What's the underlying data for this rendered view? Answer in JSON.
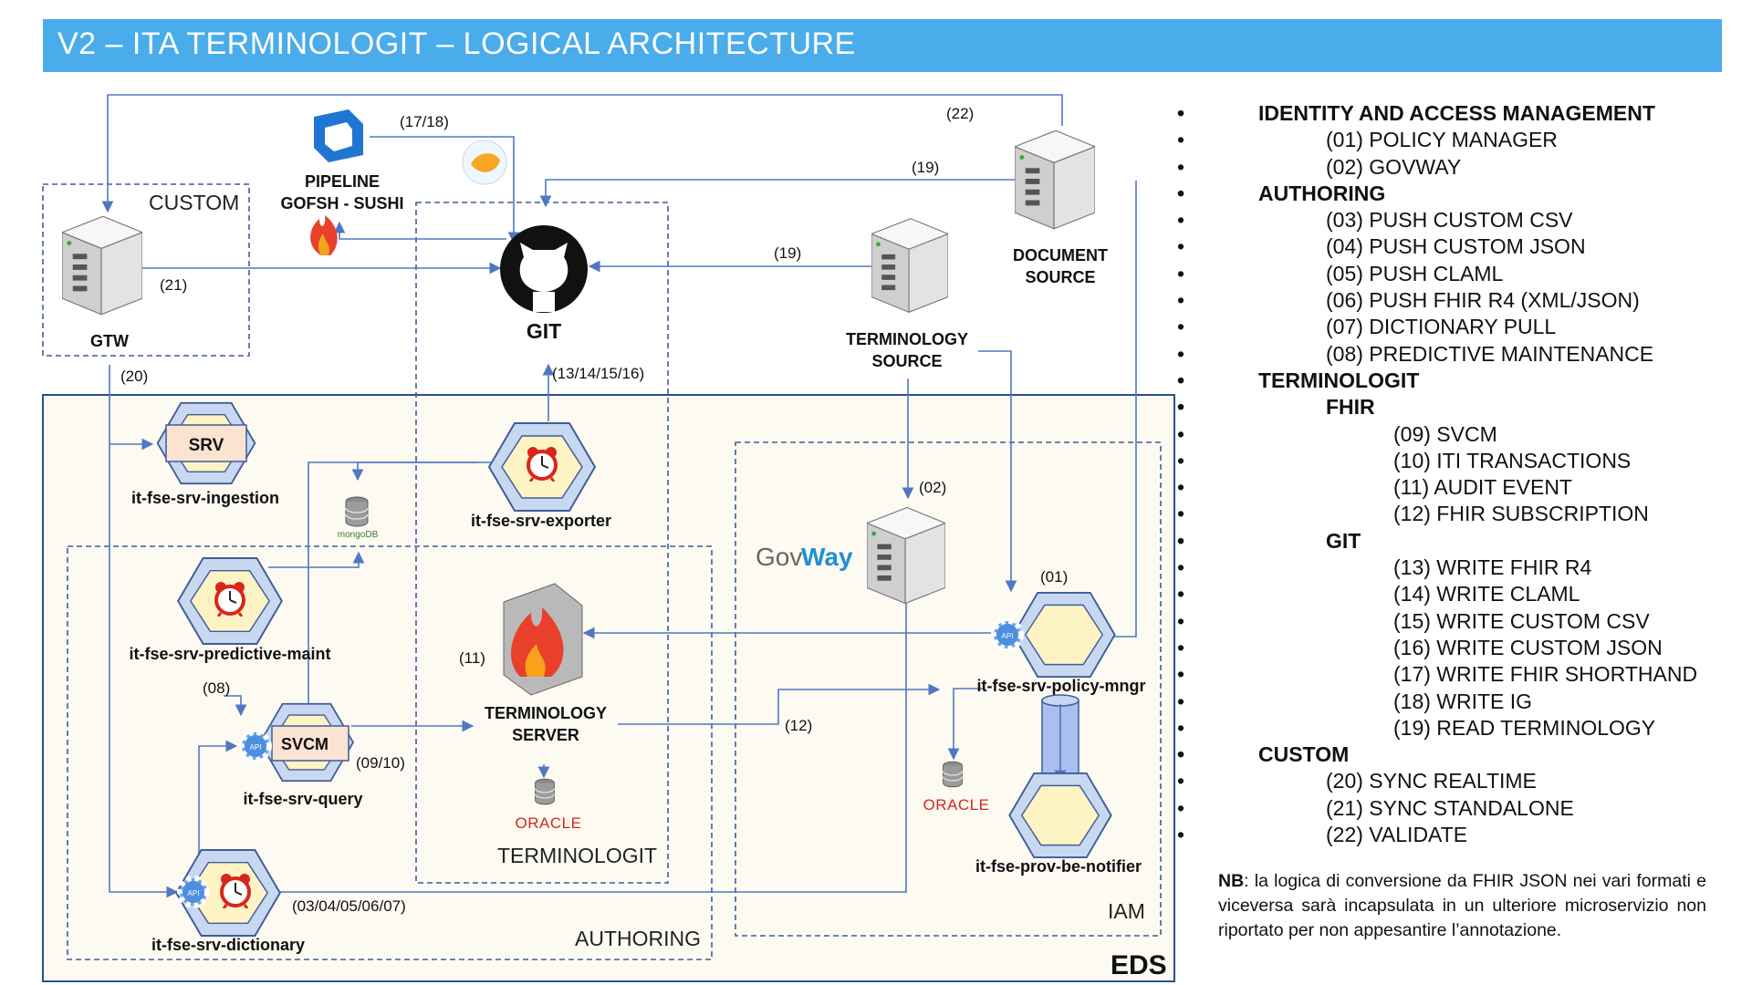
{
  "title": "V2 – ITA TERMINOLOGIT – LOGICAL ARCHITECTURE",
  "zones": {
    "custom": "CUSTOM",
    "terminologit": "TERMINOLOGIT",
    "authoring": "AUTHORING",
    "iam": "IAM",
    "eds": "EDS"
  },
  "components": {
    "pipeline_line1": "PIPELINE",
    "pipeline_line2": "GOFSH - SUSHI",
    "gtw": "GTW",
    "git": "GIT",
    "terminology_source_line1": "TERMINOLOGY",
    "terminology_source_line2": "SOURCE",
    "document_source_line1": "DOCUMENT",
    "document_source_line2": "SOURCE",
    "srv_box": "SRV",
    "ingestion": "it-fse-srv-ingestion",
    "exporter": "it-fse-srv-exporter",
    "predictive": "it-fse-srv-predictive-maint",
    "svcm_box": "SVCM",
    "query": "it-fse-srv-query",
    "dictionary": "it-fse-srv-dictionary",
    "terminology_server_line1": "TERMINOLOGY",
    "terminology_server_line2": "SERVER",
    "policy": "it-fse-srv-policy-mngr",
    "notifier": "it-fse-prov-be-notifier",
    "govway_gov": "Gov",
    "govway_way": "Way",
    "oracle": "ORACLE",
    "mongodb": "mongoDB",
    "api": "API"
  },
  "flow_labels": {
    "f17_18": "(17/18)",
    "f22": "(22)",
    "f19a": "(19)",
    "f19b": "(19)",
    "f21": "(21)",
    "f20": "(20)",
    "f13_16": "(13/14/15/16)",
    "f02": "(02)",
    "f01": "(01)",
    "f11": "(11)",
    "f08": "(08)",
    "f12": "(12)",
    "f09_10": "(09/10)",
    "f03_07": "(03/04/05/06/07)"
  },
  "legend": [
    {
      "level": 0,
      "text": "IDENTITY AND ACCESS MANAGEMENT"
    },
    {
      "level": 1,
      "text": "(01) POLICY MANAGER"
    },
    {
      "level": 1,
      "text": "(02) GOVWAY"
    },
    {
      "level": 0,
      "text": "AUTHORING"
    },
    {
      "level": 1,
      "text": "(03) PUSH CUSTOM CSV"
    },
    {
      "level": 1,
      "text": "(04) PUSH CUSTOM JSON"
    },
    {
      "level": 1,
      "text": "(05) PUSH CLAML"
    },
    {
      "level": 1,
      "text": "(06) PUSH FHIR R4 (XML/JSON)"
    },
    {
      "level": 1,
      "text": "(07) DICTIONARY PULL"
    },
    {
      "level": 1,
      "text": "(08) PREDICTIVE MAINTENANCE"
    },
    {
      "level": 0,
      "text": "TERMINOLOGIT"
    },
    {
      "level": 1,
      "text": "FHIR",
      "bold": true
    },
    {
      "level": 2,
      "text": "(09) SVCM"
    },
    {
      "level": 2,
      "text": "(10) ITI TRANSACTIONS"
    },
    {
      "level": 2,
      "text": "(11) AUDIT EVENT"
    },
    {
      "level": 2,
      "text": "(12) FHIR SUBSCRIPTION"
    },
    {
      "level": 1,
      "text": "GIT",
      "bold": true
    },
    {
      "level": 2,
      "text": "(13) WRITE FHIR R4"
    },
    {
      "level": 2,
      "text": "(14) WRITE CLAML"
    },
    {
      "level": 2,
      "text": "(15) WRITE CUSTOM CSV"
    },
    {
      "level": 2,
      "text": "(16) WRITE CUSTOM JSON"
    },
    {
      "level": 2,
      "text": "(17) WRITE FHIR SHORTHAND"
    },
    {
      "level": 2,
      "text": "(18) WRITE IG"
    },
    {
      "level": 2,
      "text": "(19) READ TERMINOLOGY"
    },
    {
      "level": 0,
      "text": "CUSTOM"
    },
    {
      "level": 1,
      "text": "(20) SYNC REALTIME"
    },
    {
      "level": 1,
      "text": "(21) SYNC STANDALONE"
    },
    {
      "level": 1,
      "text": "(22) VALIDATE"
    }
  ],
  "note": {
    "bold": "NB",
    "text": ": la logica di conversione da FHIR JSON nei vari formati e viceversa sarà incapsulata in un ulteriore microservizio non riportato per non appesantire l’annotazione."
  },
  "colors": {
    "title_bar": "#4aacea",
    "flow_line": "#4f78c2",
    "eds_border": "#2b4f8a",
    "zone_fill": "#fdfaf2",
    "oracle_red": "#d8261c",
    "govway_blue": "#1e8fd8"
  }
}
